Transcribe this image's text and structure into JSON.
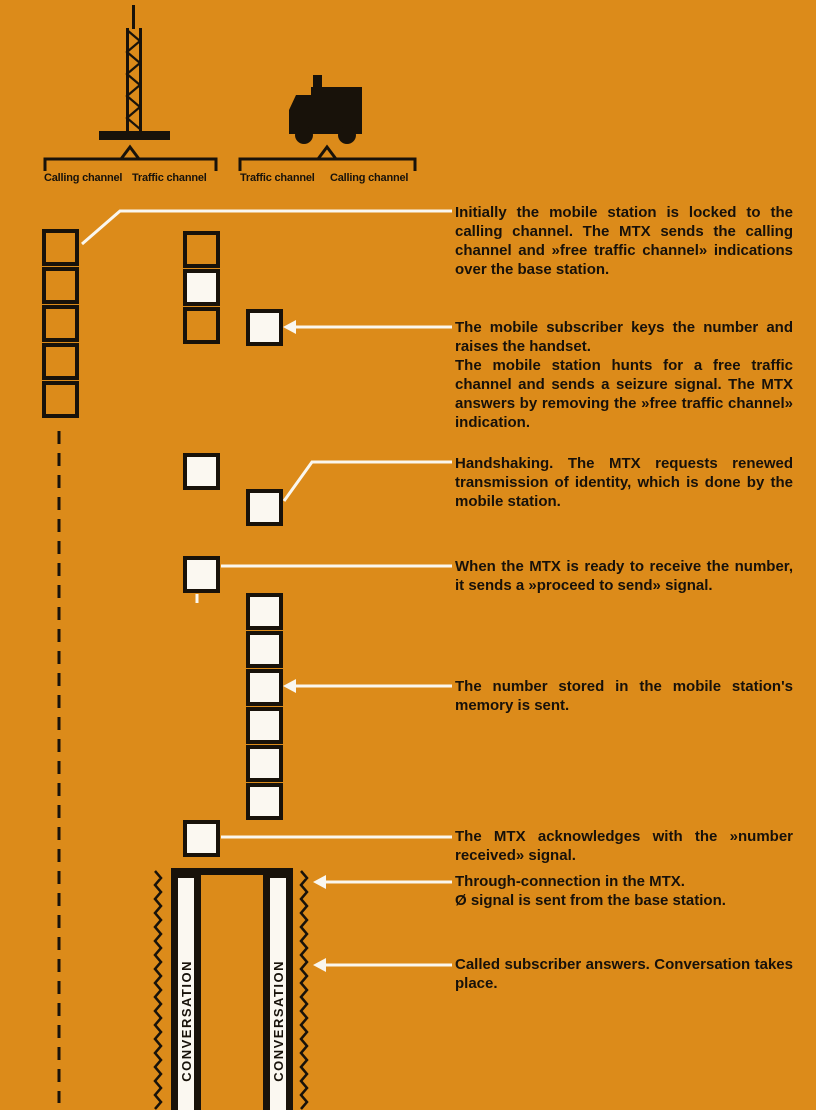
{
  "colors": {
    "background": "#DC8B1A",
    "ink": "#18120A",
    "paper_white": "#FBF8F1"
  },
  "icons": {
    "base_station": "radio-tower",
    "mobile_station": "truck"
  },
  "channels": {
    "base_station": {
      "left": "Calling channel",
      "right": "Traffic channel"
    },
    "mobile_station": {
      "left": "Traffic channel",
      "right": "Calling channel"
    }
  },
  "steps": [
    {
      "text": "Initially the mobile station is locked to the calling channel. The MTX sends the calling channel and »free traffic channel» indications over the base station."
    },
    {
      "text": "The mobile subscriber keys the number and raises the handset.\nThe mobile station hunts for a free traffic channel and sends a seizure signal. The MTX answers by removing the »free traffic channel» indication."
    },
    {
      "text": "Handshaking. The MTX requests renewed transmission of identity, which is done by the mobile station."
    },
    {
      "text": "When the MTX is ready to receive the number, it sends a »proceed to send» signal."
    },
    {
      "text": "The number stored in the mobile station's memory is sent."
    },
    {
      "text": "The MTX acknowledges with the »number received» signal."
    },
    {
      "text": "Through-connection in the MTX.\nØ signal is sent from the base station."
    },
    {
      "text": "Called subscriber answers. Conversation takes place."
    }
  ],
  "conversation_label": "CONVERSATION"
}
